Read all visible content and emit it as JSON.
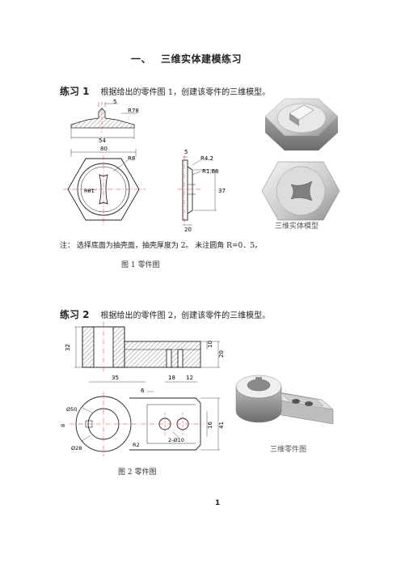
{
  "section": {
    "number": "一、",
    "title": "三维实体建模练习"
  },
  "exercise1": {
    "label": "练习 1",
    "text": "根据给出的零件图 1，创建该零件的三维模型。",
    "dims": {
      "d5": "5",
      "r78": "R78",
      "d54": "54",
      "d80": "80",
      "r8": "R8",
      "r81": "R81",
      "d5b": "5",
      "r42": "R4.2",
      "r168": "R1.68",
      "d37": "37",
      "d20": "20"
    },
    "note": "注：   选择底面为抽壳面，抽壳厚度为 2。  未注圆角 R=0．5。",
    "model_caption": "三维实体模型",
    "figure_caption": "图 1  零件图"
  },
  "exercise2": {
    "label": "练习 2",
    "text": "根据给出的零件图 2，创建该零件的三维模型。",
    "dims": {
      "d32": "32",
      "d10": "10",
      "d20": "20",
      "d35": "35",
      "d18": "18",
      "d12": "12",
      "d6": "6",
      "phi50": "Ø50",
      "d8": "8",
      "phi28": "Ø28",
      "r2": "R2",
      "holes": "2-Ø10",
      "d16": "16",
      "d41": "41"
    },
    "model_caption": "三维零件图",
    "figure_caption": "图 2  零件图"
  },
  "page_number": "1"
}
